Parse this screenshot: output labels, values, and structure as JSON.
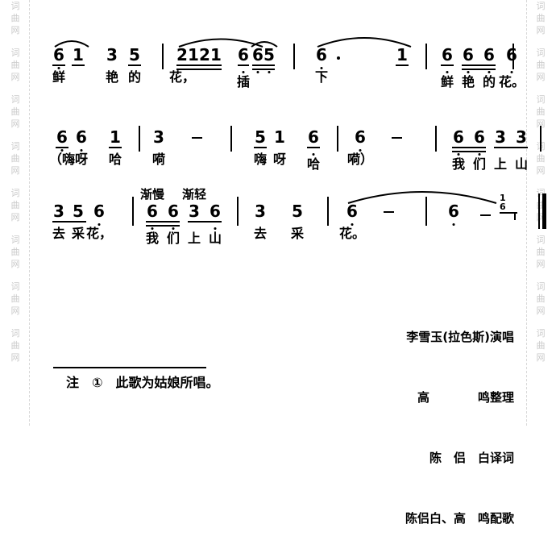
{
  "watermark": {
    "text_chars": [
      "词",
      "曲",
      "网"
    ],
    "repeat": 8,
    "color": "#c9c9c9"
  },
  "score": {
    "notation_type": "jianpu",
    "expression_marks": [
      {
        "text": "渐慢",
        "system": 3
      },
      {
        "text": "渐轻",
        "system": 3
      }
    ],
    "systems": [
      {
        "index": 1,
        "measures": [
          {
            "notes": [
              {
                "num": "6",
                "lyric": "鲜",
                "octave_low": true,
                "beam": 1
              },
              {
                "num": "1",
                "lyric": "",
                "beam": 1
              },
              {
                "num": "3",
                "lyric": "艳",
                "beam": 0
              },
              {
                "num": "5",
                "lyric": "的",
                "beam": 1
              }
            ],
            "slur_over": [
              0,
              1
            ]
          },
          {
            "notes": [
              {
                "num": "2",
                "lyric": "花，",
                "beam": 2
              },
              {
                "num": "1",
                "lyric": "",
                "beam": 2
              },
              {
                "num": "2",
                "lyric": "",
                "beam": 2
              },
              {
                "num": "1",
                "lyric": "",
                "beam": 2
              },
              {
                "num": "6",
                "lyric": "插",
                "octave_low": true,
                "beam": 1
              },
              {
                "num": "6",
                "lyric": "",
                "beam": 2
              },
              {
                "num": "5",
                "lyric": "",
                "beam": 2,
                "octave_low": true
              }
            ],
            "slur_over": [
              0,
              4
            ],
            "slur_over2": [
              5,
              6
            ]
          },
          {
            "notes": [
              {
                "num": "6",
                "lyric": "下",
                "octave_low": true,
                "dotted": true
              },
              {
                "num": "1",
                "lyric": "",
                "beam": 1
              }
            ],
            "slur_over": [
              0,
              1
            ]
          },
          {
            "notes": [
              {
                "num": "6",
                "lyric": "鲜",
                "octave_low": true,
                "beam": 1
              },
              {
                "num": "6",
                "lyric": "艳",
                "octave_low": true,
                "beam": 2
              },
              {
                "num": "6",
                "lyric": "的",
                "octave_low": true,
                "beam": 2
              },
              {
                "num": "6",
                "lyric": "花。",
                "octave_low": true,
                "beam": 0
              }
            ]
          }
        ]
      },
      {
        "index": 2,
        "measures": [
          {
            "notes": [
              {
                "num": "6",
                "lyric": "（嗨",
                "octave_low": true,
                "beam": 1
              },
              {
                "num": "6",
                "lyric": "呀",
                "octave_low": true,
                "beam": 0
              },
              {
                "num": "1",
                "lyric": "哈",
                "beam": 1
              }
            ]
          },
          {
            "notes": [
              {
                "num": "3",
                "lyric": "嗬",
                "beam": 0
              },
              {
                "num": "-",
                "lyric": "",
                "dash": true
              }
            ]
          },
          {
            "notes": [
              {
                "num": "5",
                "lyric": "嗨",
                "beam": 1
              },
              {
                "num": "1",
                "lyric": "呀",
                "beam": 0
              },
              {
                "num": "6",
                "lyric": "哈",
                "octave_low": true,
                "beam": 1
              }
            ]
          },
          {
            "notes": [
              {
                "num": "6",
                "lyric": "嗬）",
                "octave_low": true,
                "beam": 0
              },
              {
                "num": "-",
                "lyric": "",
                "dash": true
              }
            ]
          },
          {
            "notes": [
              {
                "num": "6",
                "lyric": "我",
                "octave_low": true,
                "beam": 1
              },
              {
                "num": "6",
                "lyric": "们",
                "octave_low": true,
                "beam": 2
              },
              {
                "num": "3",
                "lyric": "上",
                "beam": 1
              },
              {
                "num": "3",
                "lyric": "山",
                "beam": 1
              }
            ]
          }
        ]
      },
      {
        "index": 3,
        "measures": [
          {
            "notes": [
              {
                "num": "3",
                "lyric": "去",
                "beam": 1
              },
              {
                "num": "5",
                "lyric": "采",
                "beam": 1
              },
              {
                "num": "6",
                "lyric": "花，",
                "octave_low": true,
                "beam": 0
              }
            ]
          },
          {
            "notes": [
              {
                "num": "6",
                "lyric": "我",
                "octave_low": true,
                "beam": 1
              },
              {
                "num": "6",
                "lyric": "们",
                "octave_low": true,
                "beam": 2
              },
              {
                "num": "3",
                "lyric": "上",
                "beam": 1
              },
              {
                "num": "6",
                "lyric": "山",
                "octave_low": true,
                "beam": 1
              }
            ]
          },
          {
            "notes": [
              {
                "num": "3",
                "lyric": "去",
                "beam": 0
              },
              {
                "num": "5",
                "lyric": "采",
                "beam": 0
              }
            ]
          },
          {
            "notes": [
              {
                "num": "6",
                "lyric": "花。",
                "octave_low": true
              },
              {
                "num": "-",
                "lyric": "",
                "dash": true
              }
            ],
            "slur_over": [
              0,
              1
            ]
          },
          {
            "notes": [
              {
                "num": "6",
                "lyric": "",
                "octave_low": true
              },
              {
                "num": "-",
                "lyric": "",
                "dash": true
              }
            ],
            "ending_ornament": true
          }
        ]
      }
    ]
  },
  "credits": {
    "lines": [
      "李雪玉(拉色斯)演唱",
      "高　　　　鸣整理",
      "陈　侣　白译词",
      "陈侣白、高　鸣配歌"
    ]
  },
  "footnote": {
    "text": "注　①　此歌为姑娘所唱。"
  }
}
